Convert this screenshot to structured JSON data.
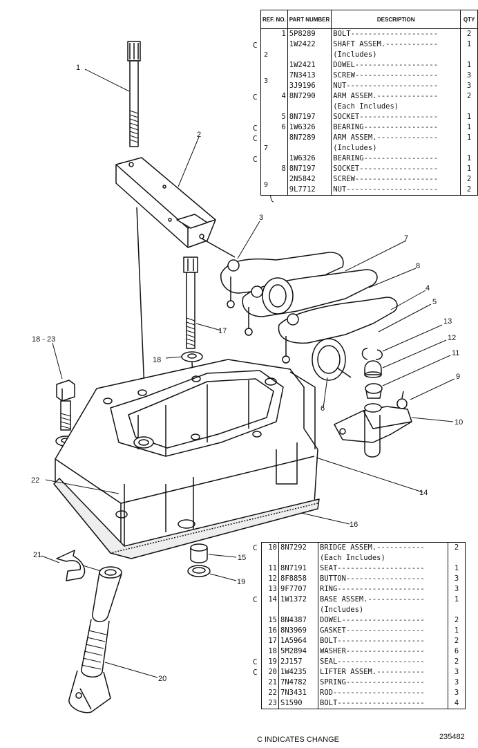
{
  "table_top": {
    "headers": {
      "ref": "REF. NO.",
      "part": "PART NUMBER",
      "description": "DESCRIPTION",
      "qty": "QTY"
    },
    "rows": [
      {
        "c": "",
        "ref": "1",
        "part": "5P8289",
        "desc": "BOLT",
        "qty": "2"
      },
      {
        "c": "C",
        "ref": "",
        "part": "1W2422",
        "desc": "SHAFT ASSEM.",
        "qty": "1"
      },
      {
        "c": "",
        "ref": "",
        "part": "",
        "desc": "(Includes)",
        "qty": ""
      },
      {
        "c": "",
        "ref": "",
        "part": "1W2421",
        "desc": "DOWEL",
        "qty": "1"
      },
      {
        "c": "",
        "ref": "",
        "part": "7N3413",
        "desc": "SCREW",
        "qty": "3"
      },
      {
        "c": "",
        "ref": "",
        "part": "3J9196",
        "desc": "NUT",
        "qty": "3"
      },
      {
        "c": "C",
        "ref": "4",
        "part": "8N7290",
        "desc": "ARM ASSEM.",
        "qty": "2"
      },
      {
        "c": "",
        "ref": "",
        "part": "",
        "desc": "(Each Includes)",
        "qty": ""
      },
      {
        "c": "",
        "ref": "5",
        "part": "8N7197",
        "desc": "SOCKET",
        "qty": "1"
      },
      {
        "c": "C",
        "ref": "6",
        "part": "1W6326",
        "desc": "BEARING",
        "qty": "1"
      },
      {
        "c": "C",
        "ref": "",
        "part": "8N7289",
        "desc": "ARM ASSEM.",
        "qty": "1"
      },
      {
        "c": "",
        "ref": "",
        "part": "",
        "desc": "(Includes)",
        "qty": ""
      },
      {
        "c": "C",
        "ref": "",
        "part": "1W6326",
        "desc": "BEARING",
        "qty": "1"
      },
      {
        "c": "",
        "ref": "8",
        "part": "8N7197",
        "desc": "SOCKET",
        "qty": "1"
      },
      {
        "c": "",
        "ref": "",
        "part": "2N5842",
        "desc": "SCREW",
        "qty": "2"
      },
      {
        "c": "",
        "ref": "",
        "part": "9L7712",
        "desc": "NUT",
        "qty": "2"
      }
    ],
    "groups": [
      {
        "label": "2",
        "from": 1,
        "to": 3
      },
      {
        "label": "3",
        "from": 4,
        "to": 5
      },
      {
        "label": "7",
        "from": 10,
        "to": 12
      },
      {
        "label": "9",
        "from": 14,
        "to": 15
      }
    ]
  },
  "table_bottom": {
    "rows": [
      {
        "c": "C",
        "ref": "10",
        "part": "8N7292",
        "desc": "BRIDGE ASSEM.",
        "qty": "2"
      },
      {
        "c": "",
        "ref": "",
        "part": "",
        "desc": "(Each Includes)",
        "qty": ""
      },
      {
        "c": "",
        "ref": "11",
        "part": "8N7191",
        "desc": "SEAT",
        "qty": "1"
      },
      {
        "c": "",
        "ref": "12",
        "part": "8F8858",
        "desc": "BUTTON",
        "qty": "3"
      },
      {
        "c": "",
        "ref": "13",
        "part": "9F7707",
        "desc": "RING",
        "qty": "3"
      },
      {
        "c": "C",
        "ref": "14",
        "part": "1W1372",
        "desc": "BASE ASSEM.",
        "qty": "1"
      },
      {
        "c": "",
        "ref": "",
        "part": "",
        "desc": "(Includes)",
        "qty": ""
      },
      {
        "c": "",
        "ref": "15",
        "part": "8N4387",
        "desc": "DOWEL",
        "qty": "2"
      },
      {
        "c": "",
        "ref": "16",
        "part": "8N3969",
        "desc": "GASKET",
        "qty": "1"
      },
      {
        "c": "",
        "ref": "17",
        "part": "1A5964",
        "desc": "BOLT",
        "qty": "2"
      },
      {
        "c": "",
        "ref": "18",
        "part": "5M2894",
        "desc": "WASHER",
        "qty": "6"
      },
      {
        "c": "C",
        "ref": "19",
        "part": "2J157",
        "desc": "SEAL",
        "qty": "2"
      },
      {
        "c": "C",
        "ref": "20",
        "part": "1W4235",
        "desc": "LIFTER ASSEM.",
        "qty": "3"
      },
      {
        "c": "",
        "ref": "21",
        "part": "7N4782",
        "desc": "SPRING",
        "qty": "3"
      },
      {
        "c": "",
        "ref": "22",
        "part": "7N3431",
        "desc": "ROD",
        "qty": "3"
      },
      {
        "c": "",
        "ref": "23",
        "part": "S1590",
        "desc": "BOLT",
        "qty": "4"
      }
    ]
  },
  "callouts": [
    "1",
    "2",
    "3",
    "4",
    "5",
    "6",
    "7",
    "8",
    "9",
    "10",
    "11",
    "12",
    "13",
    "14",
    "15",
    "16",
    "17",
    "18",
    "18 - 23",
    "19",
    "20",
    "21",
    "22"
  ],
  "footer": {
    "legend": "C INDICATES CHANGE",
    "figure_number": "235482"
  }
}
